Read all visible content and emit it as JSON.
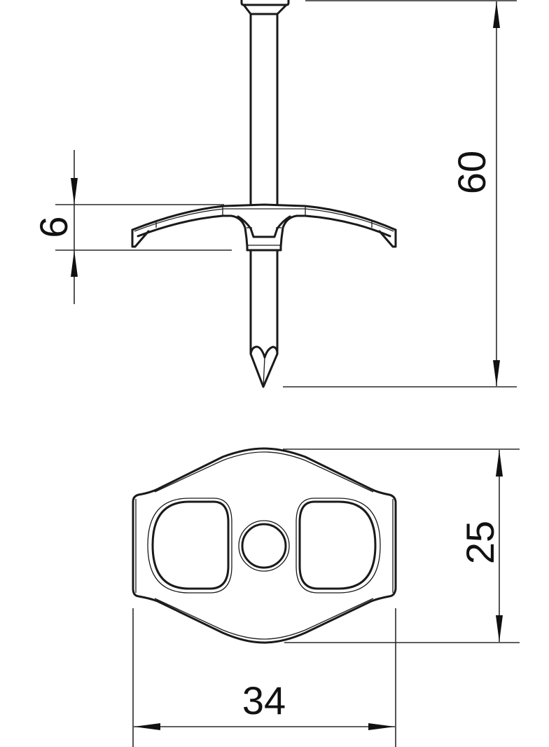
{
  "drawing": {
    "type": "technical dimension drawing",
    "units": "mm",
    "stroke_color": "#1a1a1a",
    "background": "#ffffff"
  },
  "views": {
    "side": {
      "name": "side view of nail anchor clip",
      "dimensions": {
        "overall_length": {
          "value": "60",
          "orientation": "vertical"
        },
        "flange_height": {
          "value": "6",
          "orientation": "vertical"
        }
      }
    },
    "top": {
      "name": "top view of clip plate",
      "dimensions": {
        "height": {
          "value": "25",
          "orientation": "vertical"
        },
        "width": {
          "value": "34",
          "orientation": "horizontal"
        }
      }
    }
  }
}
